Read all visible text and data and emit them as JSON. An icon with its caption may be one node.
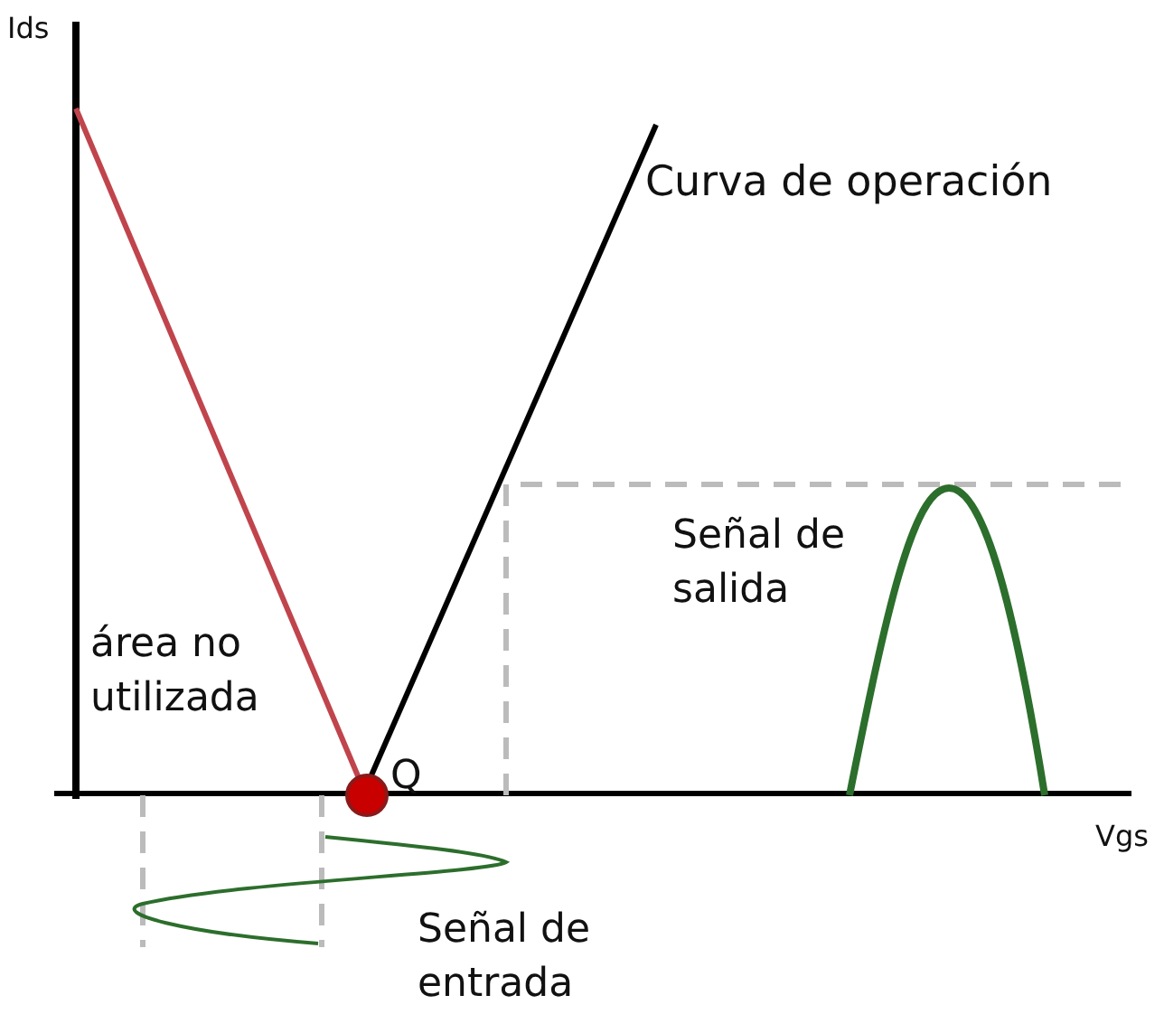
{
  "diagram": {
    "labels": [
      "Ids",
      "Curva de operación",
      "Señal de salida",
      "área no utilizada",
      "Q",
      "Vgs",
      "Señal de entrada"
    ]
  }
}
